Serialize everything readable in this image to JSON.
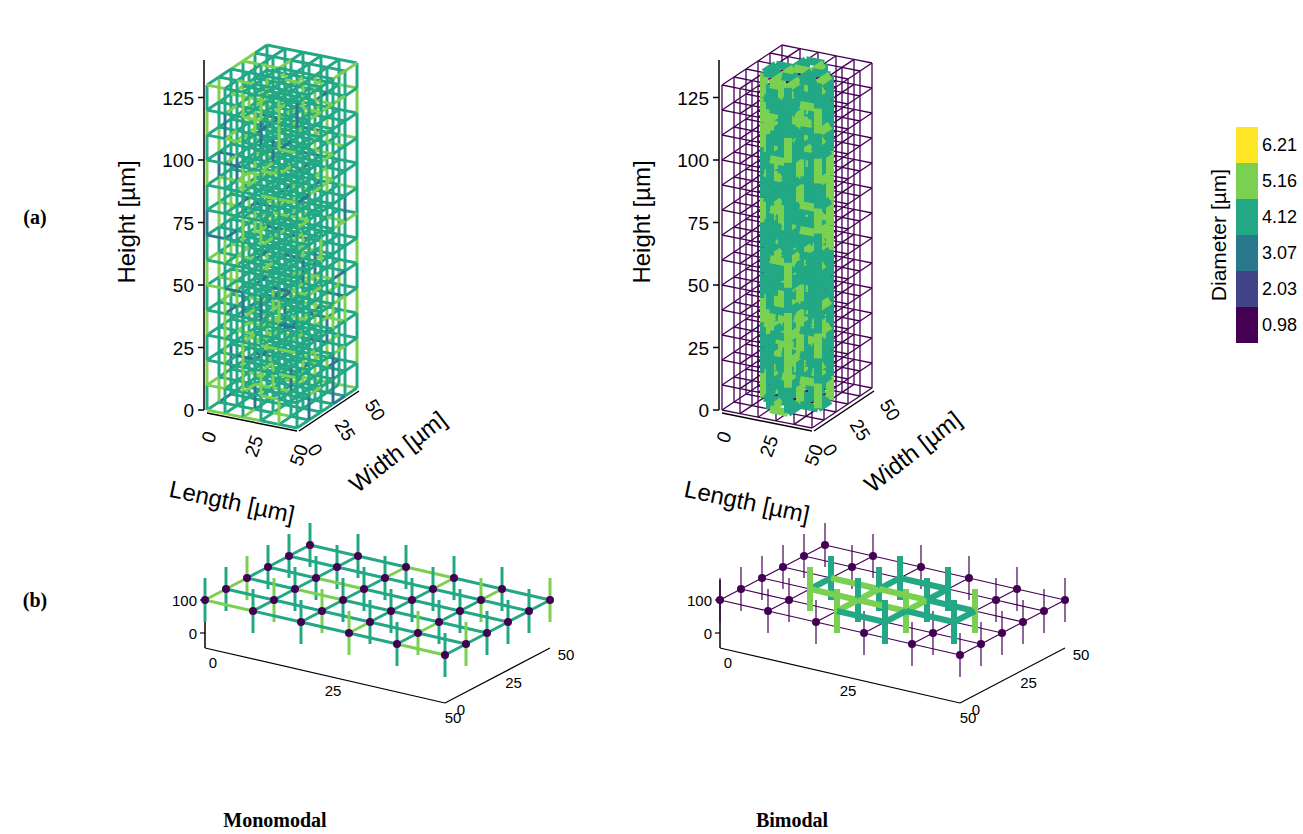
{
  "diagram": {
    "labels": [
      "(a)",
      "Height [µm]",
      "125",
      "100",
      "75",
      "50",
      "25",
      "0",
      "Length [µm]",
      "0",
      "25",
      "50",
      "Width [µm]",
      "0",
      "25",
      "50",
      "Height [µm]",
      "125",
      "100",
      "75",
      "50",
      "25",
      "0",
      "Length [µm]",
      "0",
      "25",
      "50",
      "Width [µm]",
      "0",
      "25",
      "50",
      "Diameter [µm]",
      "6.21",
      "5.16",
      "4.12",
      "3.07",
      "2.03",
      "0.98",
      "(b)",
      "100",
      "0",
      "0",
      "25",
      "50",
      "0",
      "25",
      "50",
      "Monomodal",
      "100",
      "0",
      "0",
      "25",
      "50",
      "0",
      "25",
      "50",
      "Bimodal"
    ]
  }
}
